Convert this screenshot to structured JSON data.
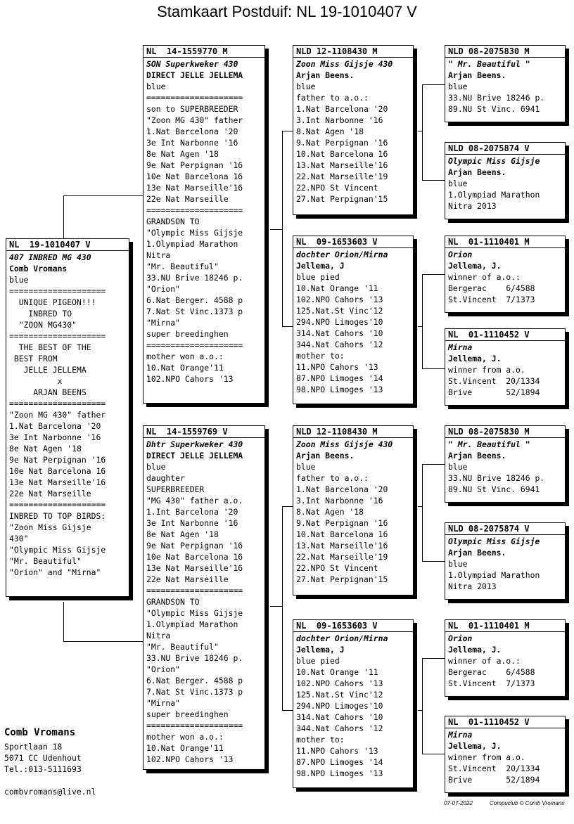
{
  "title": "Stamkaart Postduif: NL  19-1010407 V",
  "cards": {
    "main": {
      "ring": "NL  19-1010407 V",
      "name": "407 INBRED MG 430",
      "breeder": "Comb Vromans",
      "lines": [
        "blue",
        "====================",
        "  UNIQUE PIGEON!!!",
        "    INBRED TO",
        "  \"ZOON MG430\"",
        "====================",
        "  THE BEST OF THE",
        " BEST FROM",
        "   JELLE JELLEMA",
        "          x",
        "     ARJAN BEENS",
        "====================",
        "\"Zoon MG 430\" father",
        "1.Nat Barcelona '20",
        "3e Int Narbonne '16",
        "8e Nat Agen '18",
        "9e Nat Perpignan '16",
        "10e Nat Barcelona 16",
        "13e Nat Marseille'16",
        "22e Nat Marseille",
        "====================",
        "INBRED TO TOP BIRDS:",
        "\"Zoon Miss Gijsje",
        "430\"",
        "\"Olympic Miss Gijsje",
        "\"Mr. Beautiful\"",
        "\"Orion\" and \"Mirna\""
      ]
    },
    "sire": {
      "ring": "NL  14-1559770 M",
      "name": "SON Superkweker 430",
      "breeder": "DIRECT JELLE JELLEMA",
      "lines": [
        "blue",
        "====================",
        "son to SUPERBREEDER",
        "\"Zoon MG 430\" father",
        "1.Nat Barcelona '20",
        "3e Int Narbonne '16",
        "8e Nat Agen '18",
        "9e Nat Perpignan '16",
        "10e Nat Barcelona 16",
        "13e Nat Marseille'16",
        "22e Nat Marseille",
        "====================",
        "GRANDSON TO",
        "\"Olympic Miss Gijsje",
        "1.Olympiad Marathon",
        "Nitra",
        "\"Mr. Beautiful\"",
        "33.NU Brive 18246 p.",
        "\"Orion\"",
        "6.Nat Berger. 4588 p",
        "7.Nat St Vinc.1373 p",
        "\"Mirna\"",
        "super breedinghen",
        "====================",
        "mother won a.o.:",
        "10.Nat Orange'11",
        "102.NPO Cahors '13"
      ]
    },
    "dam": {
      "ring": "NL  14-1559769 V",
      "name": "Dhtr Superkweker 430",
      "breeder": "DIRECT JELLE JELLEMA",
      "lines": [
        "blue",
        "daughter",
        "SUPERBREEDER",
        "\"MG 430\" father a.o.",
        "1.Int Barcelona '20",
        "3e Int Narbonne '16",
        "8e Nat Agen '18",
        "9e Nat Perpignan '16",
        "10e Nat Barcelona 16",
        "13e Nat Marseille'16",
        "22e Nat Marseille",
        "====================",
        "GRANDSON TO",
        "\"Olympic Miss Gijsje",
        "1.Olympiad Marathon",
        "Nitra",
        "\"Mr. Beautiful\"",
        "33.NU Brive 18246 p.",
        "\"Orion\"",
        "6.Nat Berger. 4588 p",
        "7.Nat St Vinc.1373 p",
        "\"Mirna\"",
        "super breedinghen",
        "====================",
        "mother won a.o.:",
        "10.Nat Orange'11",
        "102.NPO Cahors '13"
      ]
    },
    "ss": {
      "ring": "NLD 12-1108430 M",
      "name": "Zoon Miss Gijsje 430",
      "breeder": "Arjan Beens.",
      "lines": [
        "blue",
        "father to a.o.:",
        "1.Nat Barcelona '20",
        "3.Int Narbonne '16",
        "8.Nat Agen '18",
        "9.Nat Perpignan '16",
        "10.Nat Barcelona 16",
        "13.Nat Marseille'16",
        "22.Nat Marseille'19",
        "22.NPO St Vincent",
        "27.Nat Perpignan'15"
      ]
    },
    "sd": {
      "ring": "NL  09-1653603 V",
      "name": "dochter Orion/Mirna",
      "breeder": "Jellema, J",
      "lines": [
        "blue pied",
        "10.Nat Orange '11",
        "102.NPO Cahors '13",
        "125.Nat.St Vinc'12",
        "294.NPO Limoges'10",
        "314.Nat Cahors '10",
        "344.Nat Cahors '12",
        "mother to:",
        "11.NPO Cahors '13",
        "87.NPO Limoges '14",
        "98.NPO Limoges '13"
      ]
    },
    "ds": {
      "ring": "NLD 12-1108430 M",
      "name": "Zoon Miss Gijsje 430",
      "breeder": "Arjan Beens.",
      "lines": [
        "blue",
        "father to a.o.:",
        "1.Nat Barcelona '20",
        "3.Int Narbonne '16",
        "8.Nat Agen '18",
        "9.Nat Perpignan '16",
        "10.Nat Barcelona 16",
        "13.Nat Marseille'16",
        "22.Nat Marseille'19",
        "22.NPO St Vincent",
        "27.Nat Perpignan'15"
      ]
    },
    "dd": {
      "ring": "NL  09-1653603 V",
      "name": "dochter Orion/Mirna",
      "breeder": "Jellema, J",
      "lines": [
        "blue pied",
        "10.Nat Orange '11",
        "102.NPO Cahors '13",
        "125.Nat.St Vinc'12",
        "294.NPO Limoges'10",
        "314.Nat Cahors '10",
        "344.Nat Cahors '12",
        "mother to:",
        "11.NPO Cahors '13",
        "87.NPO Limoges '14",
        "98.NPO Limoges '13"
      ]
    },
    "sss": {
      "ring": "NLD 08-2075830 M",
      "name": "\" Mr. Beautiful \"",
      "breeder": "Arjan Beens.",
      "lines": [
        "blue",
        "33.NU Brive 18246 p.",
        "89.NU St Vinc. 6941"
      ]
    },
    "ssd": {
      "ring": "NLD 08-2075874 V",
      "name": "Olympic Miss Gijsje",
      "breeder": "Arjan Beens.",
      "lines": [
        "blue",
        "1.Olympiad Marathon",
        "Nitra 2013"
      ]
    },
    "sds": {
      "ring": "NL  01-1110401 M",
      "name": "Orion",
      "breeder": "Jellema, J.",
      "lines": [
        "winner of a.o.:",
        "Bergerac    6/4588",
        "St.Vincent  7/1373"
      ]
    },
    "sdd": {
      "ring": "NL  01-1110452 V",
      "name": "Mirna",
      "breeder": "Jellema, J.",
      "lines": [
        "winner from a.o.",
        "St.Vincent  20/1334",
        "Brive       52/1894"
      ]
    },
    "dss": {
      "ring": "NLD 08-2075830 M",
      "name": "\" Mr. Beautiful \"",
      "breeder": "Arjan Beens.",
      "lines": [
        "blue",
        "33.NU Brive 18246 p.",
        "89.NU St Vinc. 6941"
      ]
    },
    "dsd": {
      "ring": "NLD 08-2075874 V",
      "name": "Olympic Miss Gijsje",
      "breeder": "Arjan Beens.",
      "lines": [
        "blue",
        "1.Olympiad Marathon",
        "Nitra 2013"
      ]
    },
    "dds": {
      "ring": "NL  01-1110401 M",
      "name": "Orion",
      "breeder": "Jellema, J.",
      "lines": [
        "winner of a.o.:",
        "Bergerac    6/4588",
        "St.Vincent  7/1373"
      ]
    },
    "ddd": {
      "ring": "NL  01-1110452 V",
      "name": "Mirna",
      "breeder": "Jellema, J.",
      "lines": [
        "winner from a.o.",
        "St.Vincent  20/1334",
        "Brive       52/1894"
      ]
    }
  },
  "owner": {
    "name": "Comb Vromans",
    "address": "Sportlaan 18",
    "city": "5071 CC  Udenhout",
    "phone": "Tel.:013-5111693",
    "email": "combvromans@live.nl"
  },
  "footer": {
    "date": "07-07-2022",
    "credit": "Compuclub © Comb Vromans"
  }
}
